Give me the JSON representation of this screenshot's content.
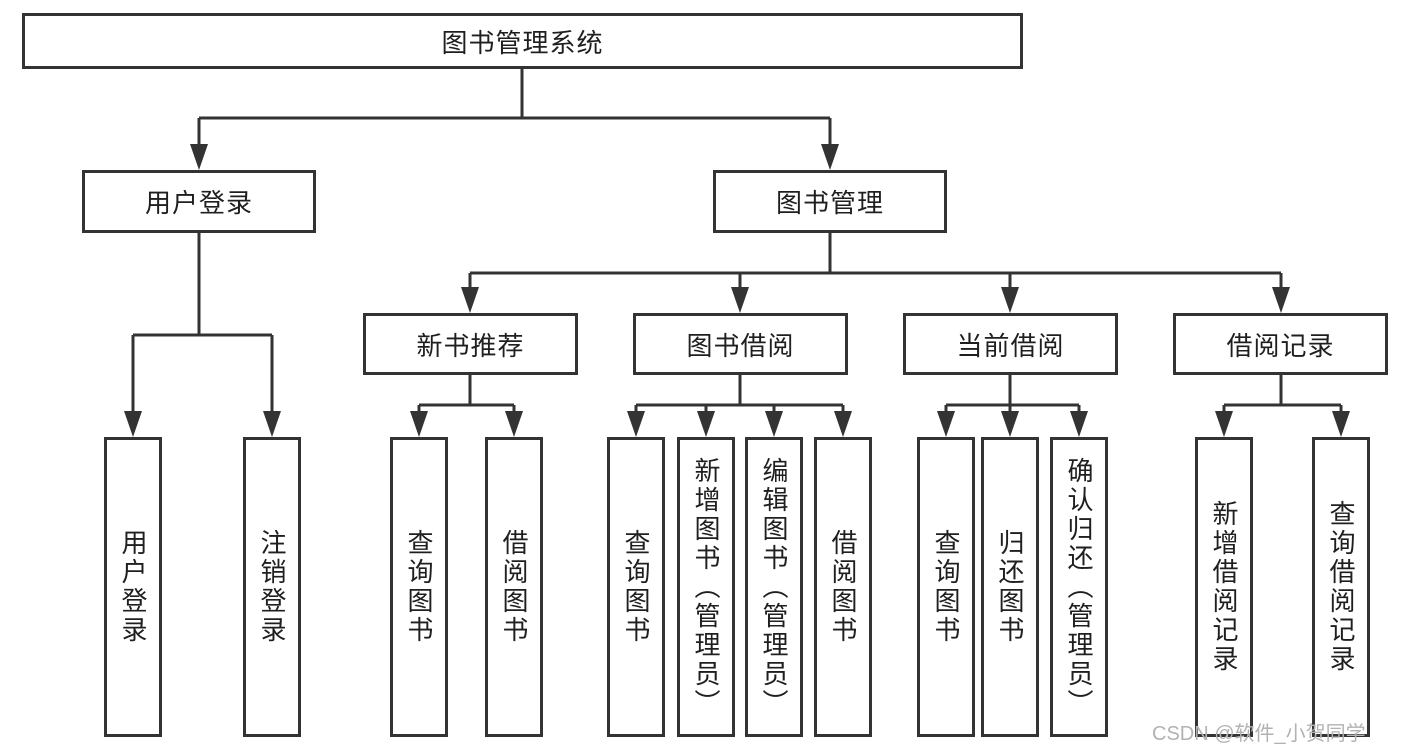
{
  "nodes": {
    "root": "图书管理系统",
    "user_login": "用户登录",
    "book_management": "图书管理",
    "new_book_recommend": "新书推荐",
    "book_borrow": "图书借阅",
    "current_borrow": "当前借阅",
    "borrow_records": "借阅记录",
    "leaf_user_login": "用户登录",
    "leaf_logout": "注销登录",
    "leaf_nbr_query_books": "查询图书",
    "leaf_nbr_borrow_books": "借阅图书",
    "leaf_bb_query_books": "查询图书",
    "leaf_bb_add_books_admin": "新增图书（管理员）",
    "leaf_bb_edit_books_admin": "编辑图书（管理员）",
    "leaf_bb_borrow_books": "借阅图书",
    "leaf_cb_query_books": "查询图书",
    "leaf_cb_return_books": "归还图书",
    "leaf_cb_confirm_return_admin": "确认归还（管理员）",
    "leaf_br_add_record": "新增借阅记录",
    "leaf_br_query_record": "查询借阅记录"
  },
  "watermark": "CSDN @软件_小贺同学",
  "colors": {
    "line": "#333333",
    "text": "#1f1f1f",
    "box_background": "#ffffff",
    "page_background": "#ffffff",
    "watermark": "#b2b2b2"
  }
}
